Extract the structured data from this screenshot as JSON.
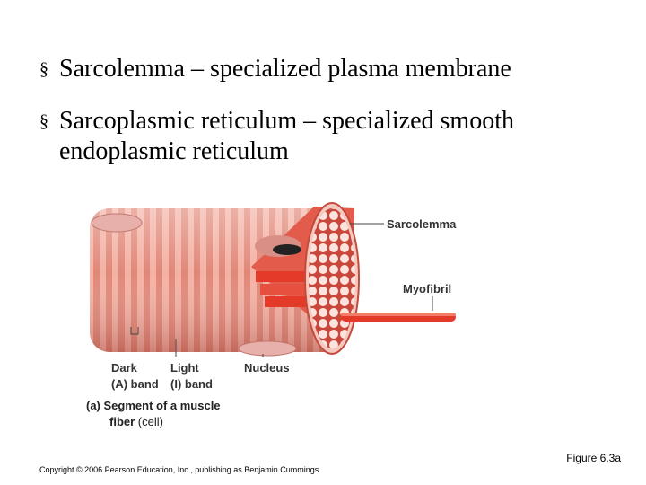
{
  "bullets": [
    {
      "mark": "§",
      "text": "Sarcolemma – specialized plasma membrane"
    },
    {
      "mark": "§",
      "text": "Sarcoplasmic reticulum – specialized smooth endoplasmic reticulum"
    }
  ],
  "figure": {
    "labels": {
      "sarcolemma": "Sarcolemma",
      "myofibril": "Myofibril",
      "nucleus": "Nucleus",
      "dark_line1": "Dark",
      "dark_line2": "(A) band",
      "light_line1": "Light",
      "light_line2": "(I) band"
    },
    "caption": {
      "prefix": "(a) ",
      "line1": "Segment of a muscle",
      "line2_bold": "fiber",
      "line2_rest": " (cell)"
    },
    "figure_number": "Figure 6.3a"
  },
  "copyright": "Copyright © 2006 Pearson Education, Inc., publishing as Benjamin Cummings",
  "colors": {
    "fiber_light": "#f2a89a",
    "fiber_dark": "#d9675a",
    "myofibril": "#e43a2a",
    "nucleus": "#e8b0aa"
  }
}
